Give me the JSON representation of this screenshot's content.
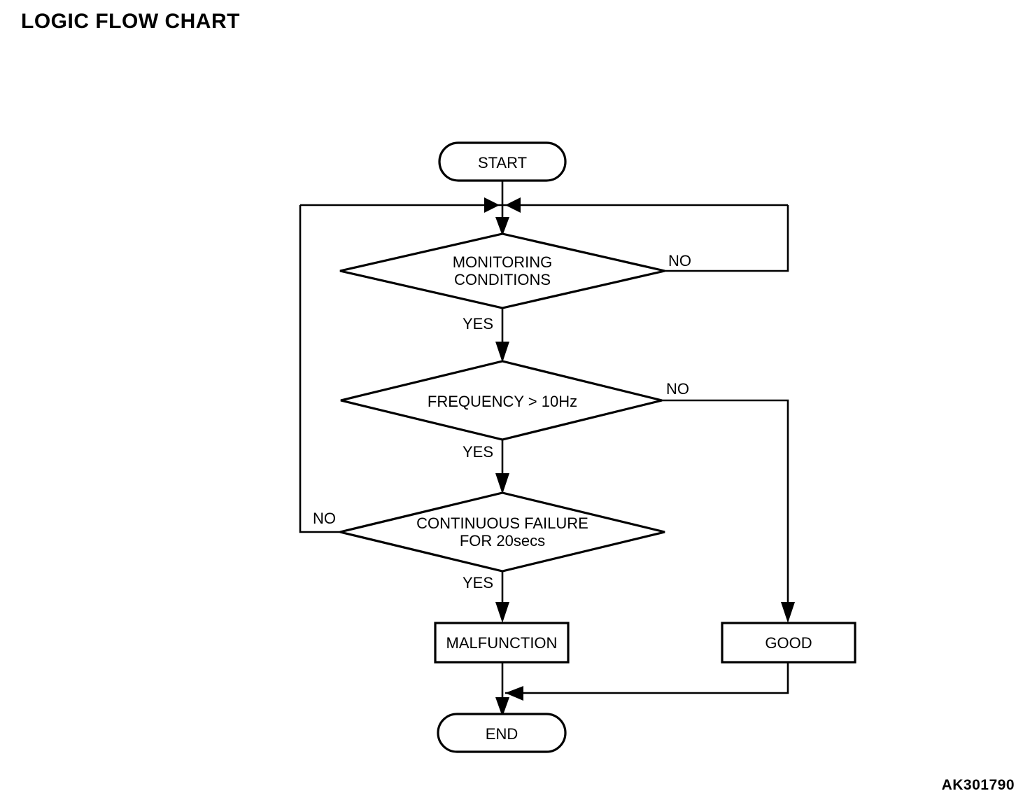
{
  "title": "LOGIC FLOW CHART",
  "figure_id": "AK301790",
  "colors": {
    "background": "#ffffff",
    "stroke": "#000000",
    "text": "#000000"
  },
  "chart_data": {
    "type": "diagram",
    "diagram_kind": "flowchart",
    "title": "LOGIC FLOW CHART",
    "orientation": "top-to-bottom",
    "nodes": [
      {
        "id": "start",
        "shape": "terminator",
        "label": "START"
      },
      {
        "id": "monitoring",
        "shape": "decision",
        "label_line1": "MONITORING",
        "label_line2": "CONDITIONS"
      },
      {
        "id": "frequency",
        "shape": "decision",
        "label_line1": "FREQUENCY > 10Hz",
        "label_line2": ""
      },
      {
        "id": "continuous",
        "shape": "decision",
        "label_line1": "CONTINUOUS FAILURE",
        "label_line2": "FOR 20secs"
      },
      {
        "id": "malfunction",
        "shape": "process",
        "label": "MALFUNCTION"
      },
      {
        "id": "good",
        "shape": "process",
        "label": "GOOD"
      },
      {
        "id": "end",
        "shape": "terminator",
        "label": "END"
      }
    ],
    "edges": [
      {
        "from": "start",
        "to": "monitoring",
        "label": ""
      },
      {
        "from": "monitoring",
        "to": "frequency",
        "label": "YES"
      },
      {
        "from": "monitoring",
        "to": "start_merge",
        "label": "NO",
        "route": "right-loop-back"
      },
      {
        "from": "frequency",
        "to": "continuous",
        "label": "YES"
      },
      {
        "from": "frequency",
        "to": "good",
        "label": "NO",
        "route": "right-down"
      },
      {
        "from": "continuous",
        "to": "malfunction",
        "label": "YES"
      },
      {
        "from": "continuous",
        "to": "start_merge",
        "label": "NO",
        "route": "left-loop-back"
      },
      {
        "from": "malfunction",
        "to": "end",
        "label": ""
      },
      {
        "from": "good",
        "to": "end",
        "label": "",
        "route": "down-left"
      }
    ],
    "edge_labels": [
      "YES",
      "NO"
    ]
  },
  "nodes": {
    "start": {
      "label": "START"
    },
    "monitoring": {
      "line1": "MONITORING",
      "line2": "CONDITIONS"
    },
    "frequency": {
      "line1": "FREQUENCY > 10Hz"
    },
    "continuous": {
      "line1": "CONTINUOUS FAILURE",
      "line2": "FOR 20secs"
    },
    "malfunction": {
      "label": "MALFUNCTION"
    },
    "good": {
      "label": "GOOD"
    },
    "end": {
      "label": "END"
    }
  },
  "labels": {
    "monitoring_no": "NO",
    "monitoring_yes": "YES",
    "frequency_no": "NO",
    "frequency_yes": "YES",
    "continuous_no": "NO",
    "continuous_yes": "YES"
  }
}
